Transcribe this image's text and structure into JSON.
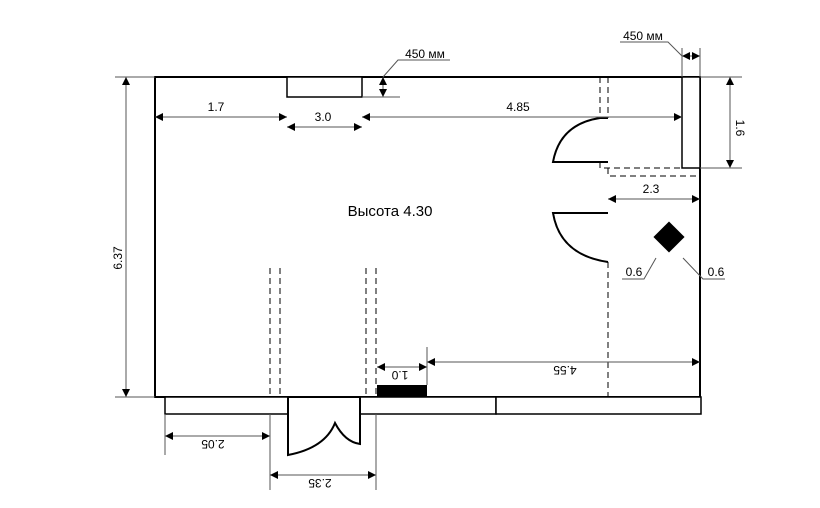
{
  "title": "Высота 4.30",
  "dimensions": {
    "top_left": "1.7",
    "niche_width": "3.0",
    "top_right": "4.85",
    "niche_depth": "450 мм",
    "column_depth": "450 мм",
    "column_length": "1.6",
    "height_total": "6.37",
    "right_room": "2.3",
    "object_a": "0.6",
    "object_b": "0.6",
    "black_block": "1.0",
    "bottom_right": "4.55",
    "bottom_left": "2.05",
    "entrance": "2.35"
  }
}
